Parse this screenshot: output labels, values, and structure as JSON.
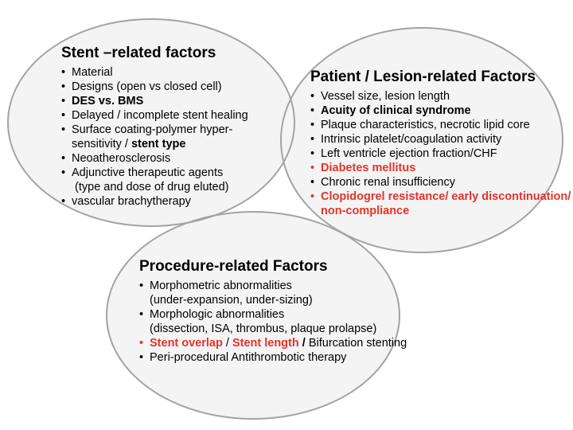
{
  "colors": {
    "background": "#ffffff",
    "ellipse_fill": "#f4f4f4",
    "ellipse_border": "#a3a3a3",
    "accent_red": "#e3342a",
    "text": "#000000"
  },
  "groups": [
    {
      "id": "stent-related",
      "title": "Stent –related factors",
      "items": [
        {
          "bullet": true,
          "bullet_red": false,
          "segments": [
            {
              "text": "Material",
              "bold": false,
              "red": false
            }
          ]
        },
        {
          "bullet": true,
          "bullet_red": false,
          "segments": [
            {
              "text": "Designs (open vs closed cell)",
              "bold": false,
              "red": false
            }
          ]
        },
        {
          "bullet": true,
          "bullet_red": false,
          "segments": [
            {
              "text": "DES vs. BMS",
              "bold": true,
              "red": false
            }
          ]
        },
        {
          "bullet": true,
          "bullet_red": false,
          "segments": [
            {
              "text": "Delayed / incomplete stent healing",
              "bold": false,
              "red": false
            }
          ]
        },
        {
          "bullet": true,
          "bullet_red": false,
          "segments": [
            {
              "text": "Surface coating-polymer hyper-",
              "bold": false,
              "red": false
            }
          ]
        },
        {
          "bullet": false,
          "bullet_red": false,
          "segments": [
            {
              "text": "sensitivity / ",
              "bold": false,
              "red": false
            },
            {
              "text": "stent type",
              "bold": true,
              "red": false
            }
          ]
        },
        {
          "bullet": true,
          "bullet_red": false,
          "segments": [
            {
              "text": "Neoatherosclerosis",
              "bold": false,
              "red": false
            }
          ]
        },
        {
          "bullet": true,
          "bullet_red": false,
          "segments": [
            {
              "text": "Adjunctive therapeutic agents",
              "bold": false,
              "red": false
            }
          ]
        },
        {
          "bullet": false,
          "bullet_red": false,
          "segments": [
            {
              "text": " (type and dose of drug eluted)",
              "bold": false,
              "red": false
            }
          ]
        },
        {
          "bullet": true,
          "bullet_red": false,
          "segments": [
            {
              "text": "vascular brachytherapy",
              "bold": false,
              "red": false
            }
          ]
        }
      ]
    },
    {
      "id": "patient-lesion-related",
      "title": "Patient / Lesion-related Factors",
      "items": [
        {
          "bullet": true,
          "bullet_red": false,
          "segments": [
            {
              "text": "Vessel size, lesion length",
              "bold": false,
              "red": false
            }
          ]
        },
        {
          "bullet": true,
          "bullet_red": false,
          "segments": [
            {
              "text": "Acuity of clinical syndrome",
              "bold": true,
              "red": false
            }
          ]
        },
        {
          "bullet": true,
          "bullet_red": false,
          "segments": [
            {
              "text": "Plaque characteristics, necrotic lipid core",
              "bold": false,
              "red": false
            }
          ]
        },
        {
          "bullet": true,
          "bullet_red": false,
          "segments": [
            {
              "text": "Intrinsic platelet/coagulation activity",
              "bold": false,
              "red": false
            }
          ]
        },
        {
          "bullet": true,
          "bullet_red": false,
          "segments": [
            {
              "text": "Left ventricle ejection fraction/CHF",
              "bold": false,
              "red": false
            }
          ]
        },
        {
          "bullet": true,
          "bullet_red": true,
          "segments": [
            {
              "text": "Diabetes mellitus",
              "bold": true,
              "red": true
            }
          ]
        },
        {
          "bullet": true,
          "bullet_red": false,
          "segments": [
            {
              "text": "Chronic renal insufficiency",
              "bold": false,
              "red": false
            }
          ]
        },
        {
          "bullet": true,
          "bullet_red": true,
          "segments": [
            {
              "text": "Clopidogrel resistance/ early discontinuation/",
              "bold": true,
              "red": true
            }
          ]
        },
        {
          "bullet": false,
          "bullet_red": false,
          "segments": [
            {
              "text": "non-compliance",
              "bold": true,
              "red": true
            }
          ]
        }
      ]
    },
    {
      "id": "procedure-related",
      "title": "Procedure-related Factors",
      "items": [
        {
          "bullet": true,
          "bullet_red": false,
          "segments": [
            {
              "text": "Morphometric abnormalities",
              "bold": false,
              "red": false
            }
          ]
        },
        {
          "bullet": false,
          "bullet_red": false,
          "segments": [
            {
              "text": "(under-expansion, under-sizing)",
              "bold": false,
              "red": false
            }
          ]
        },
        {
          "bullet": true,
          "bullet_red": false,
          "segments": [
            {
              "text": "Morphologic abnormalities",
              "bold": false,
              "red": false
            }
          ]
        },
        {
          "bullet": false,
          "bullet_red": false,
          "segments": [
            {
              "text": "(dissection, ISA, thrombus, plaque prolapse)",
              "bold": false,
              "red": false
            }
          ]
        },
        {
          "bullet": true,
          "bullet_red": true,
          "segments": [
            {
              "text": "Stent overlap",
              "bold": true,
              "red": true
            },
            {
              "text": " / ",
              "bold": false,
              "red": false
            },
            {
              "text": "Stent length",
              "bold": true,
              "red": true
            },
            {
              "text": " / ",
              "bold": true,
              "red": false
            },
            {
              "text": "Bifurcation stenting",
              "bold": false,
              "red": false
            }
          ]
        },
        {
          "bullet": true,
          "bullet_red": false,
          "segments": [
            {
              "text": "Peri-procedural Antithrombotic therapy",
              "bold": false,
              "red": false
            }
          ]
        }
      ]
    }
  ]
}
